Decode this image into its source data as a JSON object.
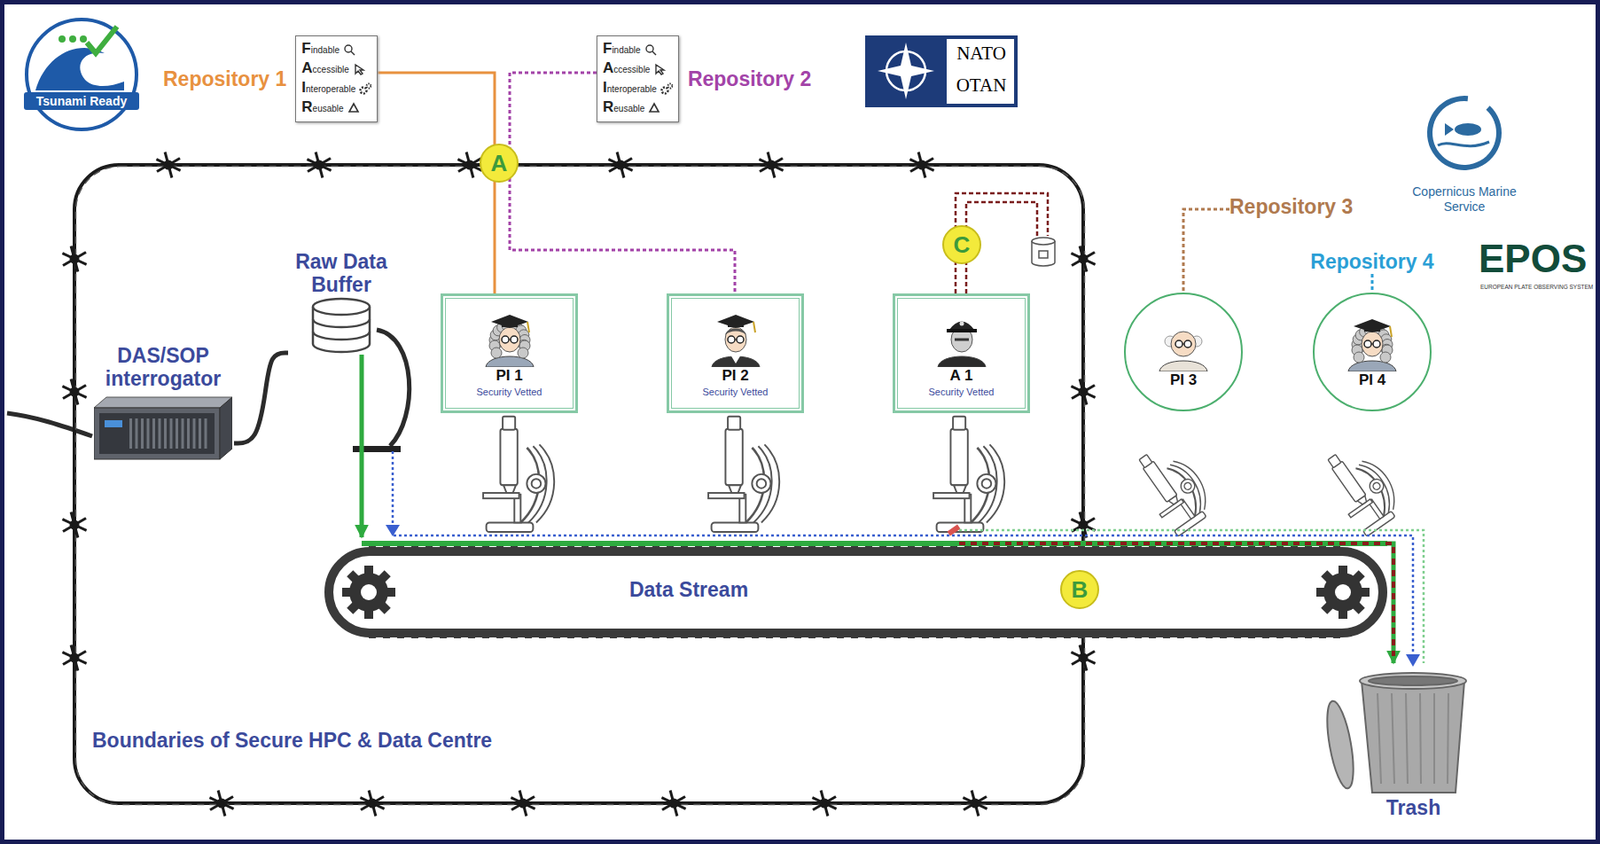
{
  "diagram": {
    "nodes": [
      {
        "text": [
          "Repository 1",
          "Findable",
          "Accessible",
          "Interoperable",
          "Reusable"
        ]
      },
      {
        "text": [
          "Repository 2",
          "Findable",
          "Accessible",
          "Interoperable",
          "Reusable"
        ]
      },
      {
        "text": [
          "Boundaries of Secure HPC & Data Centre"
        ]
      },
      {
        "text": [
          "DAS/SOP interrogator"
        ],
        "in": 2
      },
      {
        "text": [
          "Raw Data Buffer"
        ],
        "in": 2
      },
      {
        "text": [
          "PI 1",
          "Security Vetted"
        ],
        "in": 2
      },
      {
        "text": [
          "PI 2",
          "Security Vetted"
        ],
        "in": 2
      },
      {
        "text": [
          "A 1",
          "Security Vetted"
        ],
        "in": 2
      },
      {
        "text": [
          "Repository 3"
        ]
      },
      {
        "text": [
          "PI 3"
        ]
      },
      {
        "text": [
          "Repository 4"
        ]
      },
      {
        "text": [
          "PI 4"
        ]
      },
      {
        "text": [
          "Data Stream"
        ]
      },
      {
        "text": [
          "Trash"
        ]
      }
    ],
    "edges": [
      {
        "from": 0,
        "to": 5,
        "arrow": "none"
      },
      {
        "from": 1,
        "to": 6,
        "arrow": "none"
      },
      {
        "from": 8,
        "to": 9,
        "arrow": "none"
      },
      {
        "from": 10,
        "to": 11,
        "arrow": "none"
      },
      {
        "from": 3,
        "to": 4,
        "arrow": "none"
      },
      {
        "from": 4,
        "to": 12,
        "arrow": "to"
      },
      {
        "from": 12,
        "to": 13,
        "arrow": "to"
      }
    ],
    "labels": [
      "Tsunami Ready",
      "NATO",
      "OTAN",
      "A",
      "C",
      "Copernicus Marine Service",
      "EPOS",
      "EUROPEAN PLATE OBSERVING SYSTEM",
      "B"
    ]
  }
}
